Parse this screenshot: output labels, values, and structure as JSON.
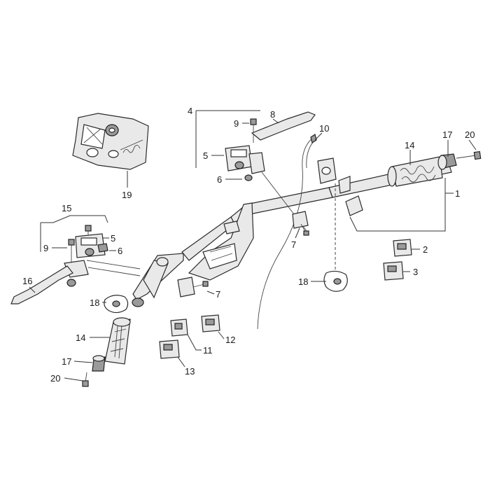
{
  "callouts": {
    "c1": "1",
    "c2": "2",
    "c3": "3",
    "c4": "4",
    "c5a": "5",
    "c5b": "5",
    "c6a": "6",
    "c6b": "6",
    "c7a": "7",
    "c7b": "7",
    "c8": "8",
    "c9a": "9",
    "c9b": "9",
    "c10": "10",
    "c11": "11",
    "c12": "12",
    "c13": "13",
    "c14a": "14",
    "c14b": "14",
    "c15": "15",
    "c16": "16",
    "c17a": "17",
    "c17b": "17",
    "c18a": "18",
    "c18b": "18",
    "c19": "19",
    "c20a": "20",
    "c20b": "20"
  }
}
